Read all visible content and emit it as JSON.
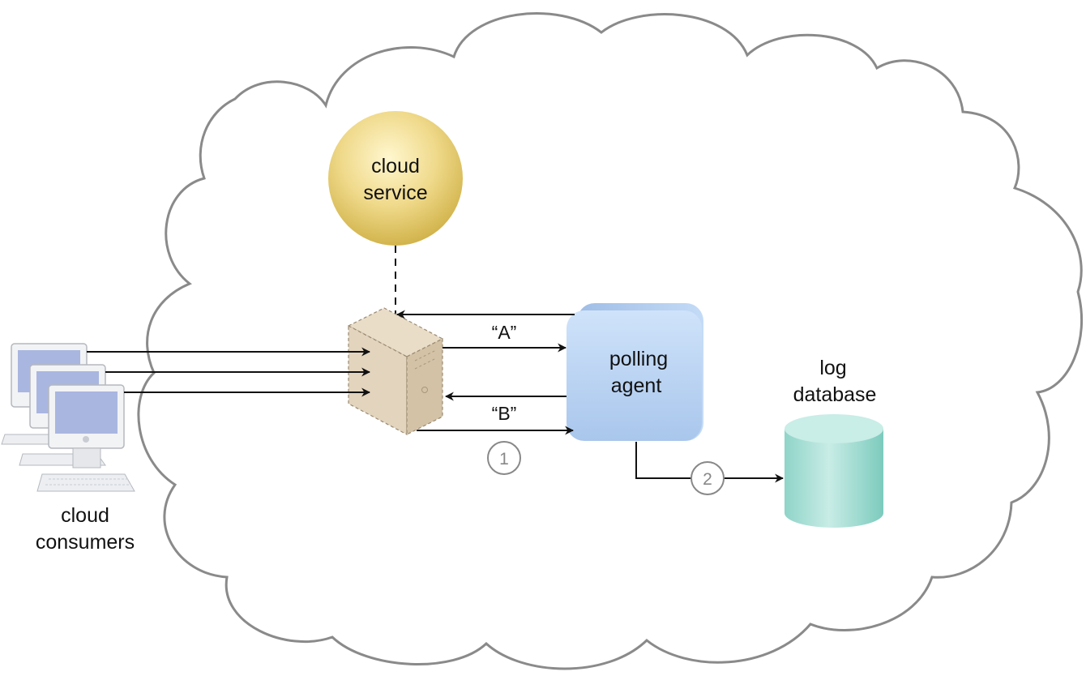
{
  "diagram": {
    "cloud_service": {
      "line1": "cloud",
      "line2": "service"
    },
    "polling_agent": {
      "line1": "polling",
      "line2": "agent"
    },
    "log_database": {
      "line1": "log",
      "line2": "database"
    },
    "cloud_consumers": {
      "line1": "cloud",
      "line2": "consumers"
    },
    "messages": {
      "a": "“A”",
      "b": "“B”"
    },
    "steps": {
      "one": "1",
      "two": "2"
    }
  },
  "colors": {
    "cloud_outline": "#8a8a8a",
    "cloud_service_fill": "#e9cf6b",
    "polling_agent_fill": "#bcd6f2",
    "log_database_fill": "#a9e0d6",
    "server_fill": "#e2d4bd",
    "monitor_screen": "#a9b6e0",
    "step_circle": "#888888",
    "arrow": "#111111"
  },
  "icons": [
    "cloud-outline-icon",
    "server-icon",
    "monitor-icon",
    "cylinder-database-icon"
  ]
}
